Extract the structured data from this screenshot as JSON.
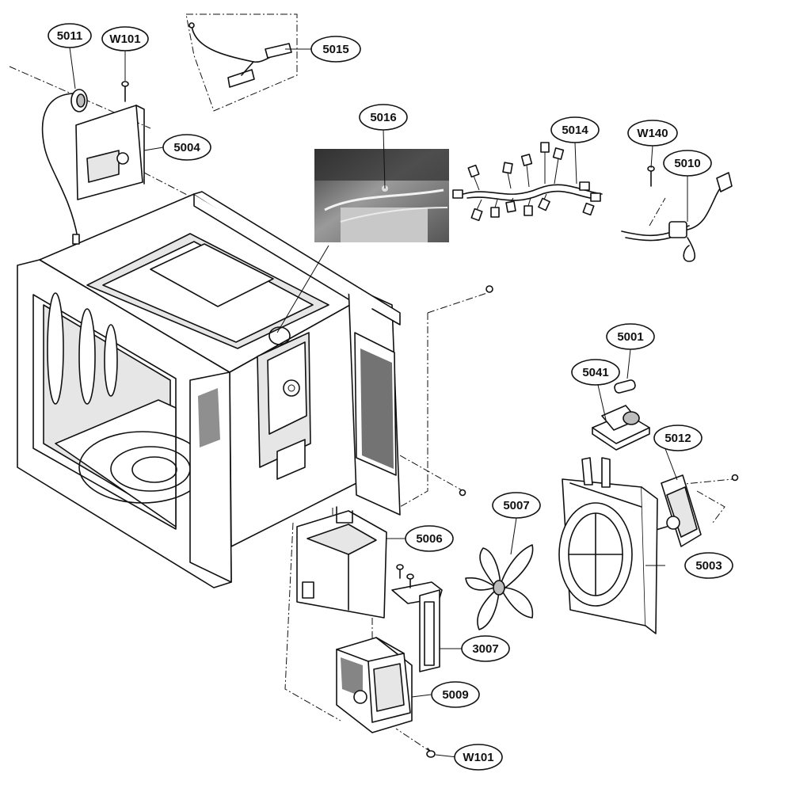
{
  "diagram": {
    "callouts": [
      {
        "id": "c5011",
        "label": "5011"
      },
      {
        "id": "cW101a",
        "label": "W101"
      },
      {
        "id": "c5015",
        "label": "5015"
      },
      {
        "id": "c5004",
        "label": "5004"
      },
      {
        "id": "c5016",
        "label": "5016"
      },
      {
        "id": "c5014",
        "label": "5014"
      },
      {
        "id": "cW140",
        "label": "W140"
      },
      {
        "id": "c5010",
        "label": "5010"
      },
      {
        "id": "c5001",
        "label": "5001"
      },
      {
        "id": "c5041",
        "label": "5041"
      },
      {
        "id": "c5012",
        "label": "5012"
      },
      {
        "id": "c5007",
        "label": "5007"
      },
      {
        "id": "c5006",
        "label": "5006"
      },
      {
        "id": "c5003",
        "label": "5003"
      },
      {
        "id": "c3007",
        "label": "3007"
      },
      {
        "id": "c5009",
        "label": "5009"
      },
      {
        "id": "cW101b",
        "label": "W101"
      }
    ],
    "colors": {
      "line": "#111111",
      "background": "#ffffff",
      "photo": "#555555"
    }
  }
}
